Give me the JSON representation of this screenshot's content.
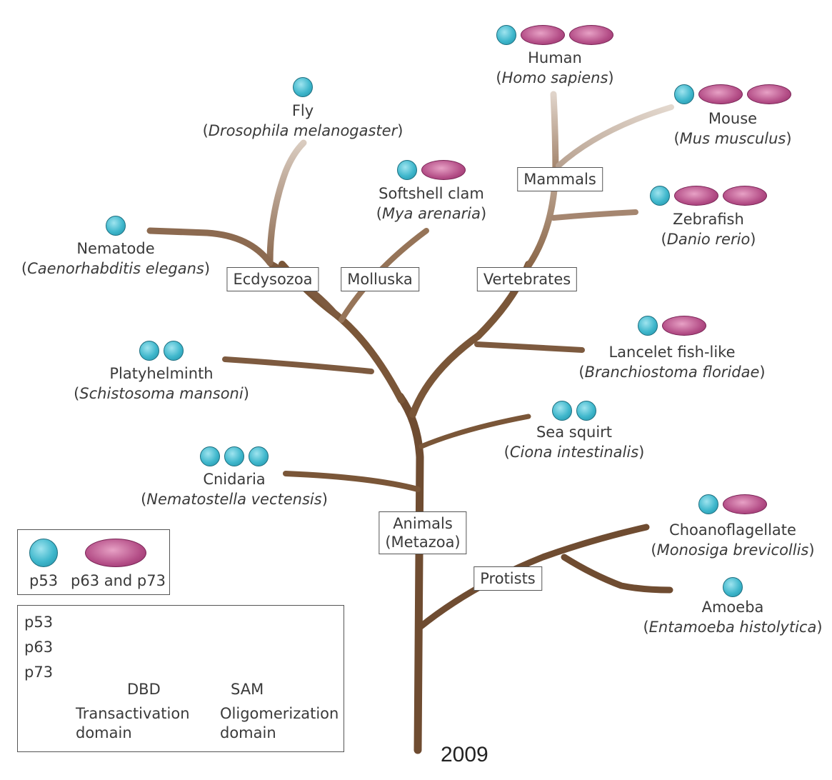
{
  "species": [
    {
      "id": "human",
      "name": "Human",
      "sci": "Homo sapiens",
      "p53": 1,
      "p63p73": 2
    },
    {
      "id": "mouse",
      "name": "Mouse",
      "sci": "Mus musculus",
      "p53": 1,
      "p63p73": 2
    },
    {
      "id": "zebrafish",
      "name": "Zebrafish",
      "sci": "Danio rerio",
      "p53": 1,
      "p63p73": 2
    },
    {
      "id": "fly",
      "name": "Fly",
      "sci": "Drosophila melanogaster",
      "p53": 1,
      "p63p73": 0
    },
    {
      "id": "clam",
      "name": "Softshell clam",
      "sci": "Mya arenaria",
      "p53": 1,
      "p63p73": 1
    },
    {
      "id": "nematode",
      "name": "Nematode",
      "sci": "Caenorhabditis elegans",
      "p53": 1,
      "p63p73": 0
    },
    {
      "id": "lancelet",
      "name": "Lancelet fish-like",
      "sci": "Branchiostoma floridae",
      "p53": 1,
      "p63p73": 1
    },
    {
      "id": "platy",
      "name": "Platyhelminth",
      "sci": "Schistosoma mansoni",
      "p53": 2,
      "p63p73": 0
    },
    {
      "id": "seasquirt",
      "name": "Sea squirt",
      "sci": "Ciona intestinalis",
      "p53": 2,
      "p63p73": 0
    },
    {
      "id": "cnidaria",
      "name": "Cnidaria",
      "sci": "Nematostella vectensis",
      "p53": 3,
      "p63p73": 0
    },
    {
      "id": "choano",
      "name": "Choanoflagellate",
      "sci": "Monosiga brevicollis",
      "p53": 1,
      "p63p73": 1
    },
    {
      "id": "amoeba",
      "name": "Amoeba",
      "sci": "Entamoeba histolytica",
      "p53": 1,
      "p63p73": 0
    }
  ],
  "clades": {
    "mammals": "Mammals",
    "ecdysozoa": "Ecdysozoa",
    "molluska": "Molluska",
    "vertebrates": "Vertebrates",
    "animals_1": "Animals",
    "animals_2": "(Metazoa)",
    "protists": "Protists"
  },
  "legend": {
    "p53_label": "p53",
    "p63p73_label": "p63 and p73",
    "rows": [
      "p53",
      "p63",
      "p73"
    ],
    "dbd": "DBD",
    "sam": "SAM",
    "transactivation_1": "Transactivation",
    "transactivation_2": "domain",
    "oligo_1": "Oligomerization",
    "oligo_2": "domain"
  },
  "year": "2009",
  "colors": {
    "p53": "#3fb7cc",
    "p63p73": "#b44e87",
    "trunk": "#7a5638",
    "branch_light": "#d8c8bb"
  }
}
